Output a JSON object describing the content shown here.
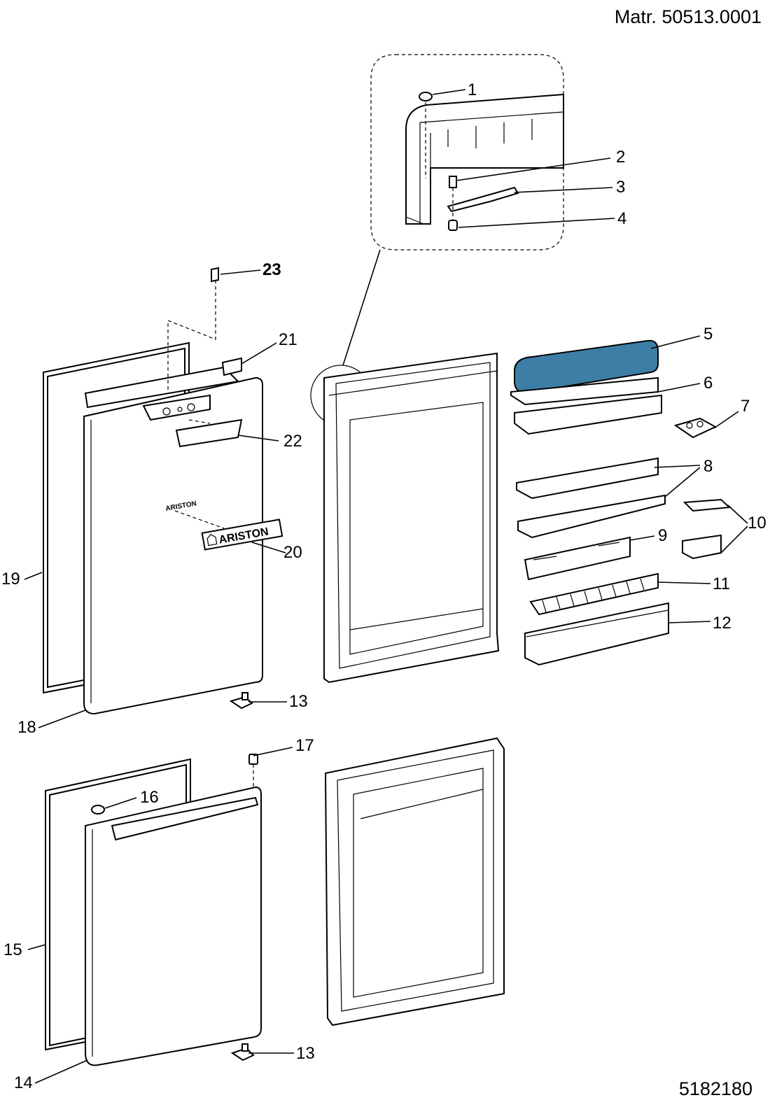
{
  "header": {
    "material_code": "Matr. 50513.0001",
    "drawing_number": "5182180"
  },
  "brand": {
    "logo_text": "ARISTON"
  },
  "highlight_color": "#3d7ea6",
  "callouts": {
    "c1": "1",
    "c2": "2",
    "c3": "3",
    "c4": "4",
    "c5": "5",
    "c6": "6",
    "c7": "7",
    "c8": "8",
    "c9": "9",
    "c10": "10",
    "c11": "11",
    "c12": "12",
    "c13a": "13",
    "c13b": "13",
    "c14": "14",
    "c15": "15",
    "c16": "16",
    "c17": "17",
    "c18": "18",
    "c19": "19",
    "c20": "20",
    "c21": "21",
    "c22": "22",
    "c23": "23"
  }
}
